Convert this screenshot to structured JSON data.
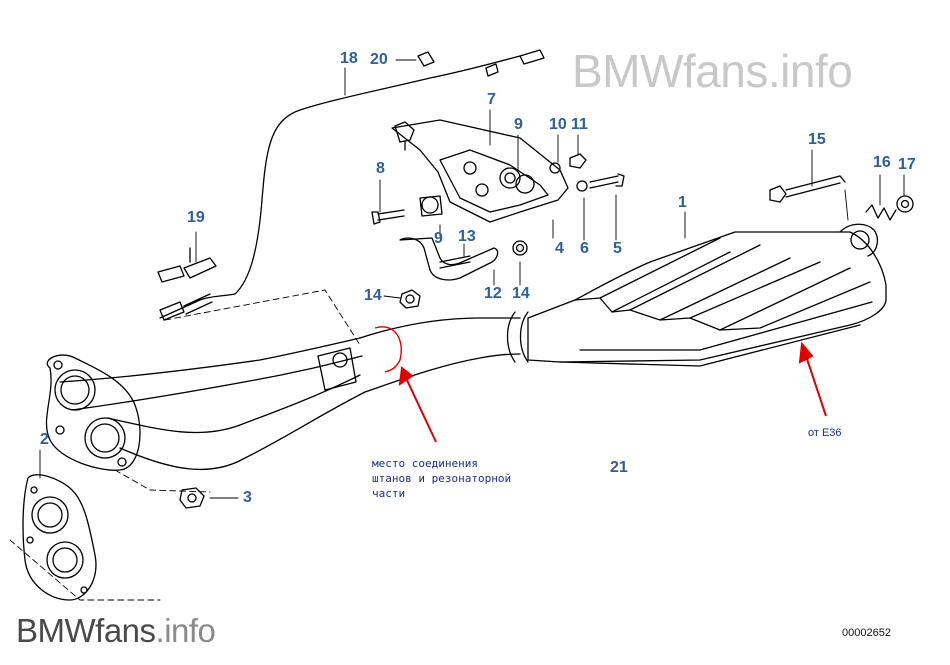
{
  "watermark": {
    "name": "BMWfans",
    "tld": ".info",
    "full": "BMWfans.info"
  },
  "diagram_id": "00002652",
  "annotations": {
    "joint_note": "место соединения\nштанов и резонаторной\nчасти",
    "e36_note": "от Е36"
  },
  "colors": {
    "part_number": "#2f5f99",
    "annotation_text": "#1b2d8f",
    "arrow": "#e00000",
    "line_art": "#000000"
  },
  "parts": [
    {
      "id": "p1",
      "label": "1"
    },
    {
      "id": "p2",
      "label": "2"
    },
    {
      "id": "p3",
      "label": "3"
    },
    {
      "id": "p4",
      "label": "4"
    },
    {
      "id": "p5",
      "label": "5"
    },
    {
      "id": "p6",
      "label": "6"
    },
    {
      "id": "p7",
      "label": "7"
    },
    {
      "id": "p8",
      "label": "8"
    },
    {
      "id": "p9a",
      "label": "9"
    },
    {
      "id": "p9b",
      "label": "9"
    },
    {
      "id": "p10",
      "label": "10"
    },
    {
      "id": "p11",
      "label": "11"
    },
    {
      "id": "p12",
      "label": "12"
    },
    {
      "id": "p13",
      "label": "13"
    },
    {
      "id": "p14a",
      "label": "14"
    },
    {
      "id": "p14b",
      "label": "14"
    },
    {
      "id": "p15",
      "label": "15"
    },
    {
      "id": "p16",
      "label": "16"
    },
    {
      "id": "p17",
      "label": "17"
    },
    {
      "id": "p18",
      "label": "18"
    },
    {
      "id": "p19",
      "label": "19"
    },
    {
      "id": "p20",
      "label": "20"
    },
    {
      "id": "p21",
      "label": "21"
    }
  ]
}
